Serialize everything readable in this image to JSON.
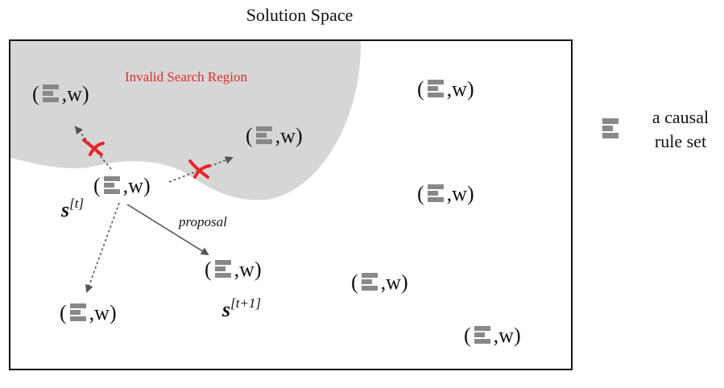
{
  "diagram": {
    "title": "Solution Space",
    "invalid_region_label": "Invalid Search Region",
    "proposal_label": "proposal",
    "state_current": {
      "base": "s",
      "sup": "[t]"
    },
    "state_next": {
      "base": "s",
      "sup": "[t+1]"
    },
    "node_label": {
      "open": "(",
      "pair": ",w)"
    },
    "nodes": [
      {
        "id": "n1",
        "label": "( ,w)"
      },
      {
        "id": "n2",
        "label": "( ,w)"
      },
      {
        "id": "n3",
        "label": "( ,w)"
      },
      {
        "id": "n4",
        "label": "( ,w)"
      },
      {
        "id": "n5",
        "label": "( ,w)"
      },
      {
        "id": "n6",
        "label": "( ,w)"
      },
      {
        "id": "n7",
        "label": "( ,w)"
      },
      {
        "id": "n8",
        "label": "( ,w)"
      },
      {
        "id": "n9",
        "label": "( ,w)"
      }
    ],
    "legend": {
      "icon": "rule-set-icon",
      "line1": "a causal",
      "line2": "rule set"
    },
    "colors": {
      "invalid_region": "#d6d6d6",
      "invalid_label": "#e02b2b",
      "rejected_mark": "#e8242a",
      "rule_icon": "#888888"
    }
  }
}
